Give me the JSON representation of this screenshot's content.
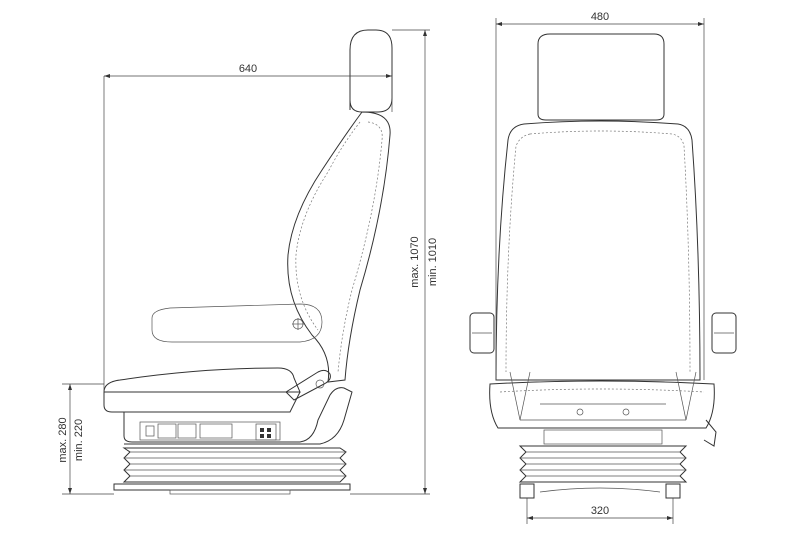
{
  "dimensions": {
    "width_top": "480",
    "depth": "640",
    "height_max": "max. 1070",
    "height_min": "min. 1010",
    "seat_height_max": "max. 280",
    "seat_height_min": "min. 220",
    "base_width": "320"
  },
  "colors": {
    "line": "#333333",
    "background": "#ffffff"
  }
}
